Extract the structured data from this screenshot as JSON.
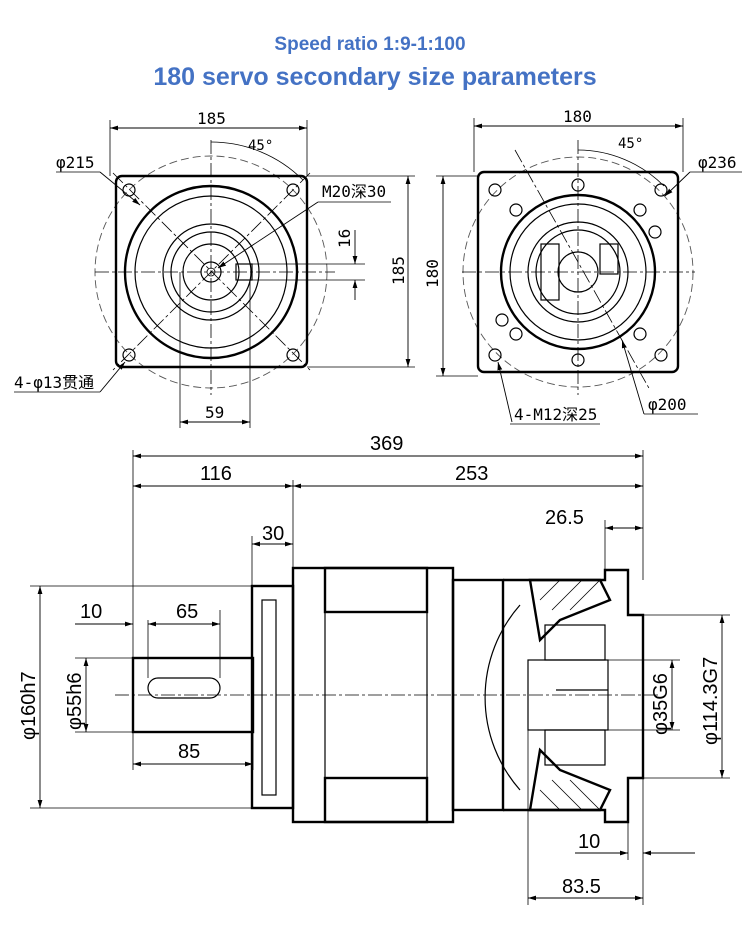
{
  "header": {
    "subtitle": "Speed ratio 1:9-1:100",
    "title": "180 servo secondary size parameters"
  },
  "front_view": {
    "dim_width": "185",
    "dim_height": "185",
    "dim_angle": "45°",
    "dim_bolt_circle": "φ215",
    "dim_thread": "M20深30",
    "dim_key": "16",
    "dim_key_offset": "59",
    "dim_holes": "4-φ13贯通"
  },
  "rear_view": {
    "dim_width": "180",
    "dim_height": "180",
    "dim_angle": "45°",
    "dim_outer": "φ236",
    "dim_bolt_circle": "φ200",
    "dim_threads": "4-M12深25"
  },
  "side_view": {
    "dim_total": "369",
    "dim_output": "116",
    "dim_body": "253",
    "dim_flange": "30",
    "dim_key_start": "10",
    "dim_key_length": "65",
    "dim_shaft_length": "85",
    "dim_pilot": "φ160h7",
    "dim_shaft": "φ55h6",
    "dim_input_depth": "26.5",
    "dim_bore": "φ35G6",
    "dim_input_pilot": "φ114.3G7",
    "dim_input_step": "10",
    "dim_input_len": "83.5"
  }
}
